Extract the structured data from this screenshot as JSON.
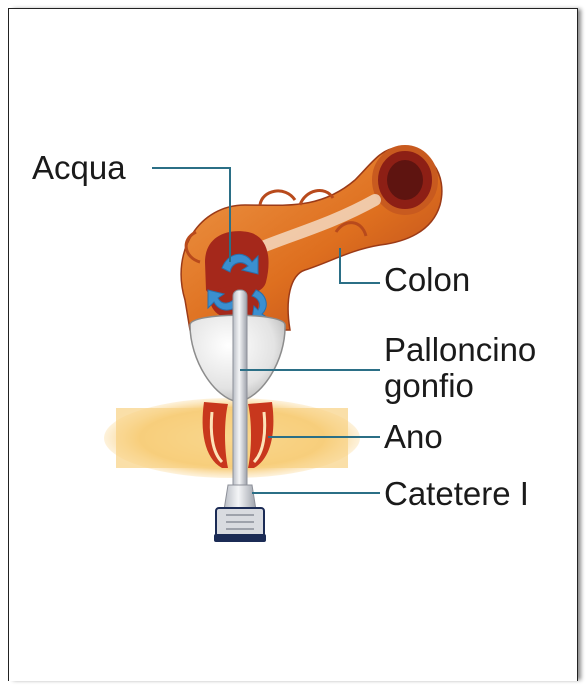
{
  "labels": {
    "acqua": "Acqua",
    "colon": "Colon",
    "palloncino_line1": "Palloncino",
    "palloncino_line2": "gonfio",
    "ano": "Ano",
    "catetere": "Catetere I"
  },
  "colors": {
    "leader_line": "#2b6f86",
    "water_arrows": "#3b8fd0",
    "colon_orange": "#e0741e",
    "colon_red": "#a5281b",
    "tissue": "#f6c66a",
    "balloon": "#e6e6e6",
    "catheter_base": "#1b2b55"
  }
}
